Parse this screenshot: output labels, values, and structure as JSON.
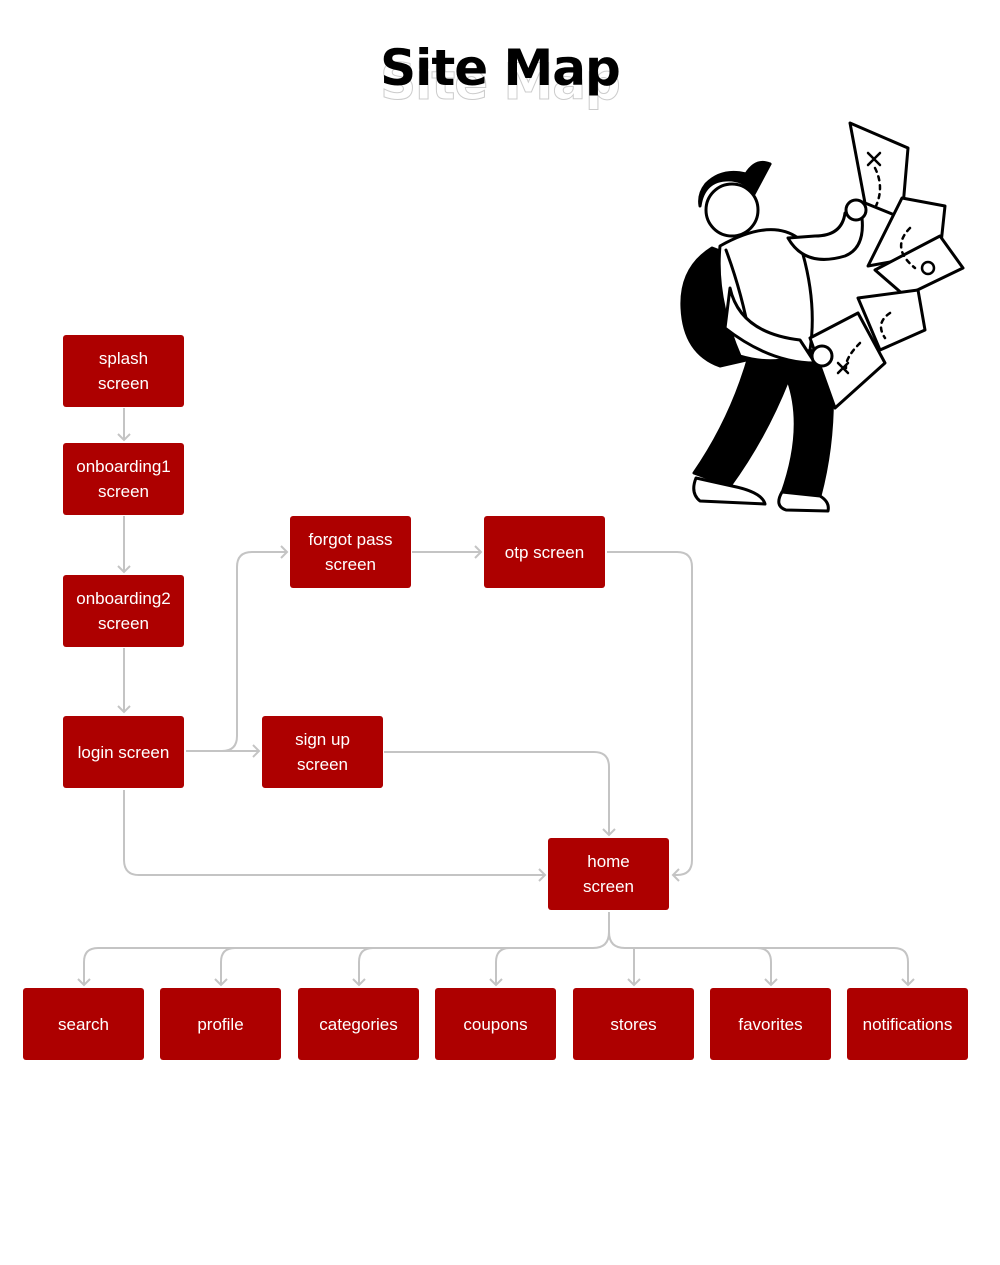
{
  "title": "Site Map",
  "nodes": {
    "splash": [
      "splash",
      "screen"
    ],
    "onboarding1": [
      "onboarding1",
      "screen"
    ],
    "onboarding2": [
      "onboarding2",
      "screen"
    ],
    "login": [
      "login screen"
    ],
    "forgot_pass": [
      "forgot pass",
      "screen"
    ],
    "otp": [
      "otp screen"
    ],
    "sign_up": [
      "sign up",
      "screen"
    ],
    "home": [
      "home",
      "screen"
    ],
    "search": [
      "search"
    ],
    "profile": [
      "profile"
    ],
    "categories": [
      "categories"
    ],
    "coupons": [
      "coupons"
    ],
    "stores": [
      "stores"
    ],
    "favorites": [
      "favorites"
    ],
    "notifications": [
      "notifications"
    ]
  },
  "edges": [
    [
      "splash",
      "onboarding1"
    ],
    [
      "onboarding1",
      "onboarding2"
    ],
    [
      "onboarding2",
      "login"
    ],
    [
      "login",
      "forgot_pass"
    ],
    [
      "login",
      "sign_up"
    ],
    [
      "login",
      "home"
    ],
    [
      "forgot_pass",
      "otp"
    ],
    [
      "otp",
      "home"
    ],
    [
      "sign_up",
      "home"
    ],
    [
      "home",
      "search"
    ],
    [
      "home",
      "profile"
    ],
    [
      "home",
      "categories"
    ],
    [
      "home",
      "coupons"
    ],
    [
      "home",
      "stores"
    ],
    [
      "home",
      "favorites"
    ],
    [
      "home",
      "notifications"
    ]
  ],
  "colors": {
    "node_fill": "#ad0000",
    "node_text": "#ffffff",
    "connector": "#c4c4c4",
    "title": "#000000"
  },
  "illustration": "person-holding-treasure-map-illustration"
}
